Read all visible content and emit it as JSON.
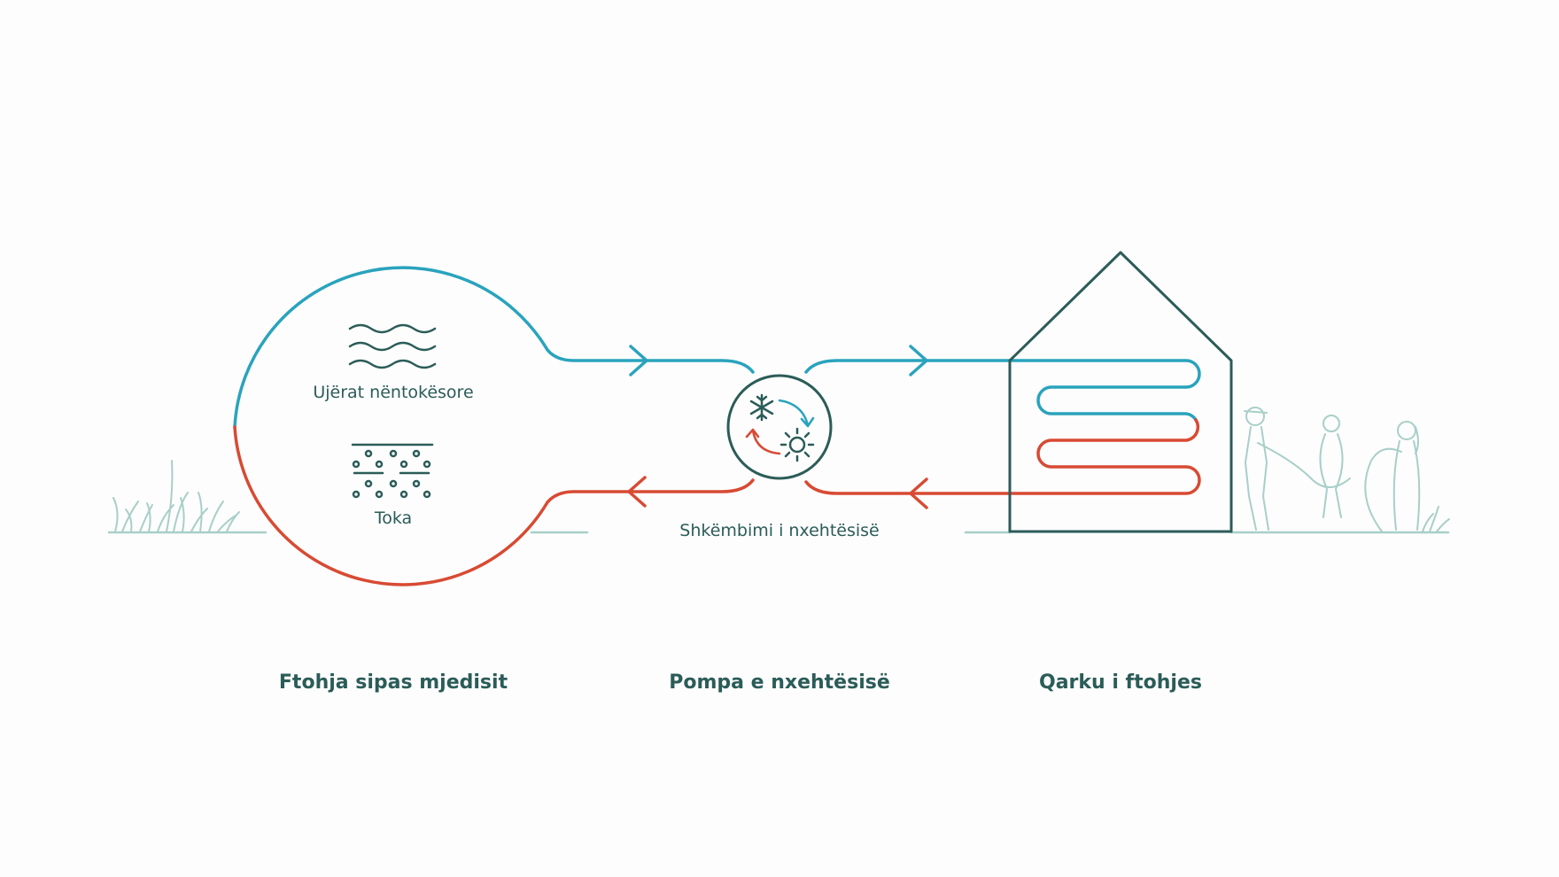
{
  "colors": {
    "warm": "#2aa3bd",
    "cold": "#d84a33",
    "ink": "#2b5c58",
    "ground": "#a8cfc8"
  },
  "source": {
    "water_label": "Ujërat nëntokësore",
    "soil_label": "Toka",
    "water_icon": "waves-icon",
    "soil_icon": "soil-icon"
  },
  "pump": {
    "exchange_label": "Shkëmbimi i nxehtësisë",
    "cold_icon": "snowflake-icon",
    "heat_icon": "sun-icon"
  },
  "captions": {
    "left": "Ftohja sipas mjedisit",
    "center": "Pompa e nxehtësisë",
    "right": "Qarku i ftohjes"
  }
}
